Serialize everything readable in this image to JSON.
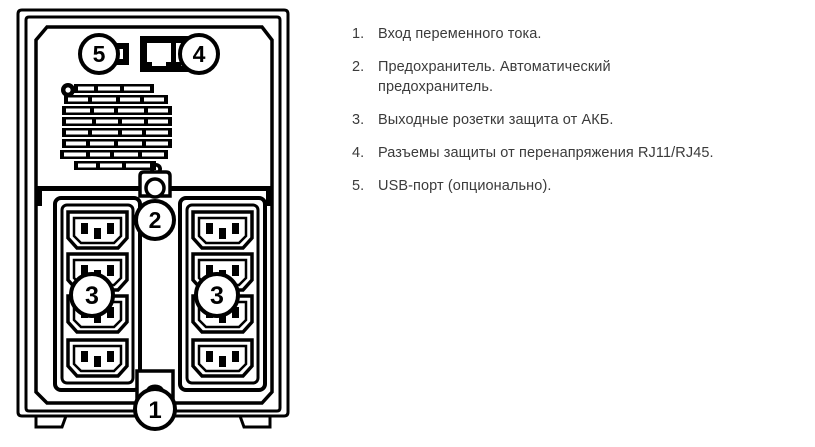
{
  "document": {
    "type": "ups-rear-panel-diagram",
    "language": "ru",
    "background_color": "#ffffff",
    "ink_color": "#000000",
    "text_color": "#3b3b3b"
  },
  "illustration": {
    "title": "UPS rear panel line drawing",
    "callouts": [
      {
        "id": "callout-1",
        "label": "1",
        "target": "ac-input-socket",
        "position": "bottom-center"
      },
      {
        "id": "callout-2",
        "label": "2",
        "target": "circuit-breaker",
        "position": "middle-center"
      },
      {
        "id": "callout-3-left",
        "label": "3",
        "target": "battery-backup-outlets-left",
        "position": "left-bank"
      },
      {
        "id": "callout-3-right",
        "label": "3",
        "target": "battery-backup-outlets-right",
        "position": "right-bank"
      },
      {
        "id": "callout-4",
        "label": "4",
        "target": "rj11-rj45-surge-jacks",
        "position": "top-right"
      },
      {
        "id": "callout-5",
        "label": "5",
        "target": "usb-port",
        "position": "top-left"
      }
    ],
    "parts": {
      "usb_port": "usb-b-port",
      "network_jacks": "rj11-rj45-jacks",
      "vent_grille": "ventilation-grille",
      "breaker": "resettable-circuit-breaker",
      "outlets_left_count": 4,
      "outlets_right_count": 4,
      "outlet_type": "iec-c13",
      "ac_inlet": "iec-c14-inlet",
      "feet_count": 2
    }
  },
  "legend": {
    "items": [
      {
        "number": "1.",
        "text": "Вход переменного тока."
      },
      {
        "number": "2.",
        "text": "Предохранитель. Автоматический предохранитель."
      },
      {
        "number": "3.",
        "text": "Выходные розетки защита от АКБ."
      },
      {
        "number": "4.",
        "text": "Разъемы защиты от перенапряжения RJ11/RJ45."
      },
      {
        "number": "5.",
        "text": "USB-порт (опционально)."
      }
    ]
  }
}
